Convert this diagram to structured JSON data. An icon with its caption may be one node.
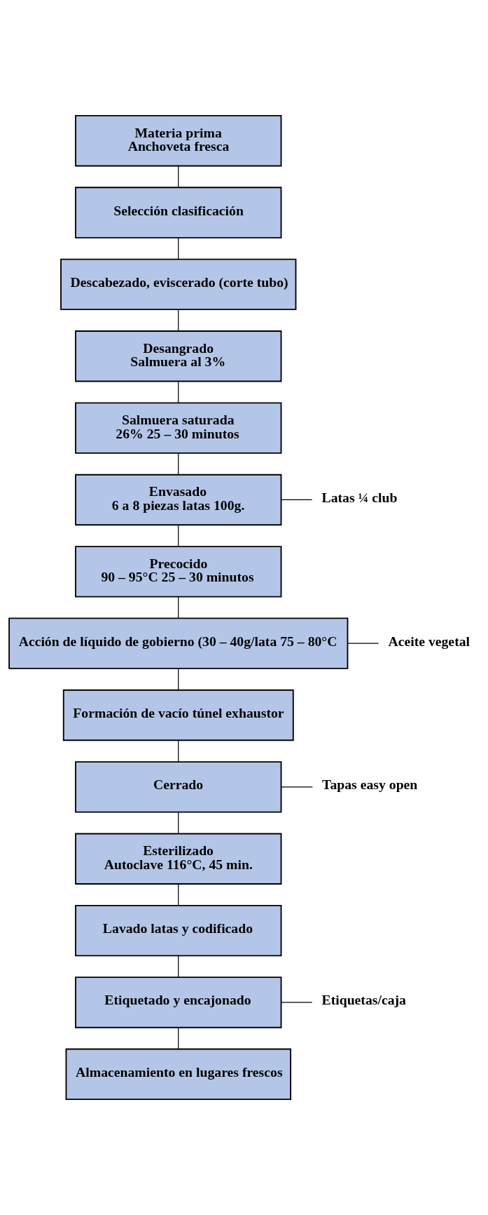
{
  "diagram": {
    "nodes": [
      {
        "text": [
          "Materia prima",
          "Anchoveta fresca"
        ]
      },
      {
        "text": [
          "Selección clasificación"
        ]
      },
      {
        "text": [
          "Descabezado, eviscerado (corte tubo)"
        ]
      },
      {
        "text": [
          "Desangrado",
          "Salmuera al 3%"
        ]
      },
      {
        "text": [
          "Salmuera saturada",
          "26% 25 – 30 minutos"
        ]
      },
      {
        "text": [
          "Latas ¼ club"
        ]
      },
      {
        "text": [
          "Envasado",
          "6 a 8 piezas latas 100g."
        ]
      },
      {
        "text": [
          "Precocido",
          "90 – 95°C 25 – 30 minutos"
        ]
      },
      {
        "text": [
          "Aceite vegetal"
        ]
      },
      {
        "text": [
          "Acción de líquido de gobierno (30 – 40g/lata 75 – 80°C"
        ]
      },
      {
        "text": [
          "Formación de vacío túnel exhaustor"
        ]
      },
      {
        "text": [
          "Tapas easy open"
        ]
      },
      {
        "text": [
          "Cerrado"
        ]
      },
      {
        "text": [
          "Esterilizado",
          "Autoclave 116°C, 45 min."
        ]
      },
      {
        "text": [
          "Lavado latas y codificado"
        ]
      },
      {
        "text": [
          "Etiquetas/caja"
        ]
      },
      {
        "text": [
          "Etiquetado y encajonado"
        ]
      },
      {
        "text": [
          "Almacenamiento en lugares frescos"
        ]
      }
    ],
    "edges": [
      {
        "from": 0,
        "to": 1,
        "arrow": "none"
      },
      {
        "from": 1,
        "to": 2,
        "arrow": "none"
      },
      {
        "from": 2,
        "to": 3,
        "arrow": "none"
      },
      {
        "from": 3,
        "to": 4,
        "arrow": "none"
      },
      {
        "from": 4,
        "to": 6,
        "arrow": "none"
      },
      {
        "from": 5,
        "to": 6,
        "arrow": "none"
      },
      {
        "from": 6,
        "to": 7,
        "arrow": "none"
      },
      {
        "from": 7,
        "to": 9,
        "arrow": "none"
      },
      {
        "from": 8,
        "to": 9,
        "arrow": "none"
      },
      {
        "from": 9,
        "to": 10,
        "arrow": "none"
      },
      {
        "from": 10,
        "to": 12,
        "arrow": "none"
      },
      {
        "from": 11,
        "to": 12,
        "arrow": "none"
      },
      {
        "from": 12,
        "to": 13,
        "arrow": "none"
      },
      {
        "from": 13,
        "to": 14,
        "arrow": "none"
      },
      {
        "from": 14,
        "to": 16,
        "arrow": "none"
      },
      {
        "from": 15,
        "to": 16,
        "arrow": "none"
      },
      {
        "from": 16,
        "to": 17,
        "arrow": "none"
      }
    ]
  }
}
